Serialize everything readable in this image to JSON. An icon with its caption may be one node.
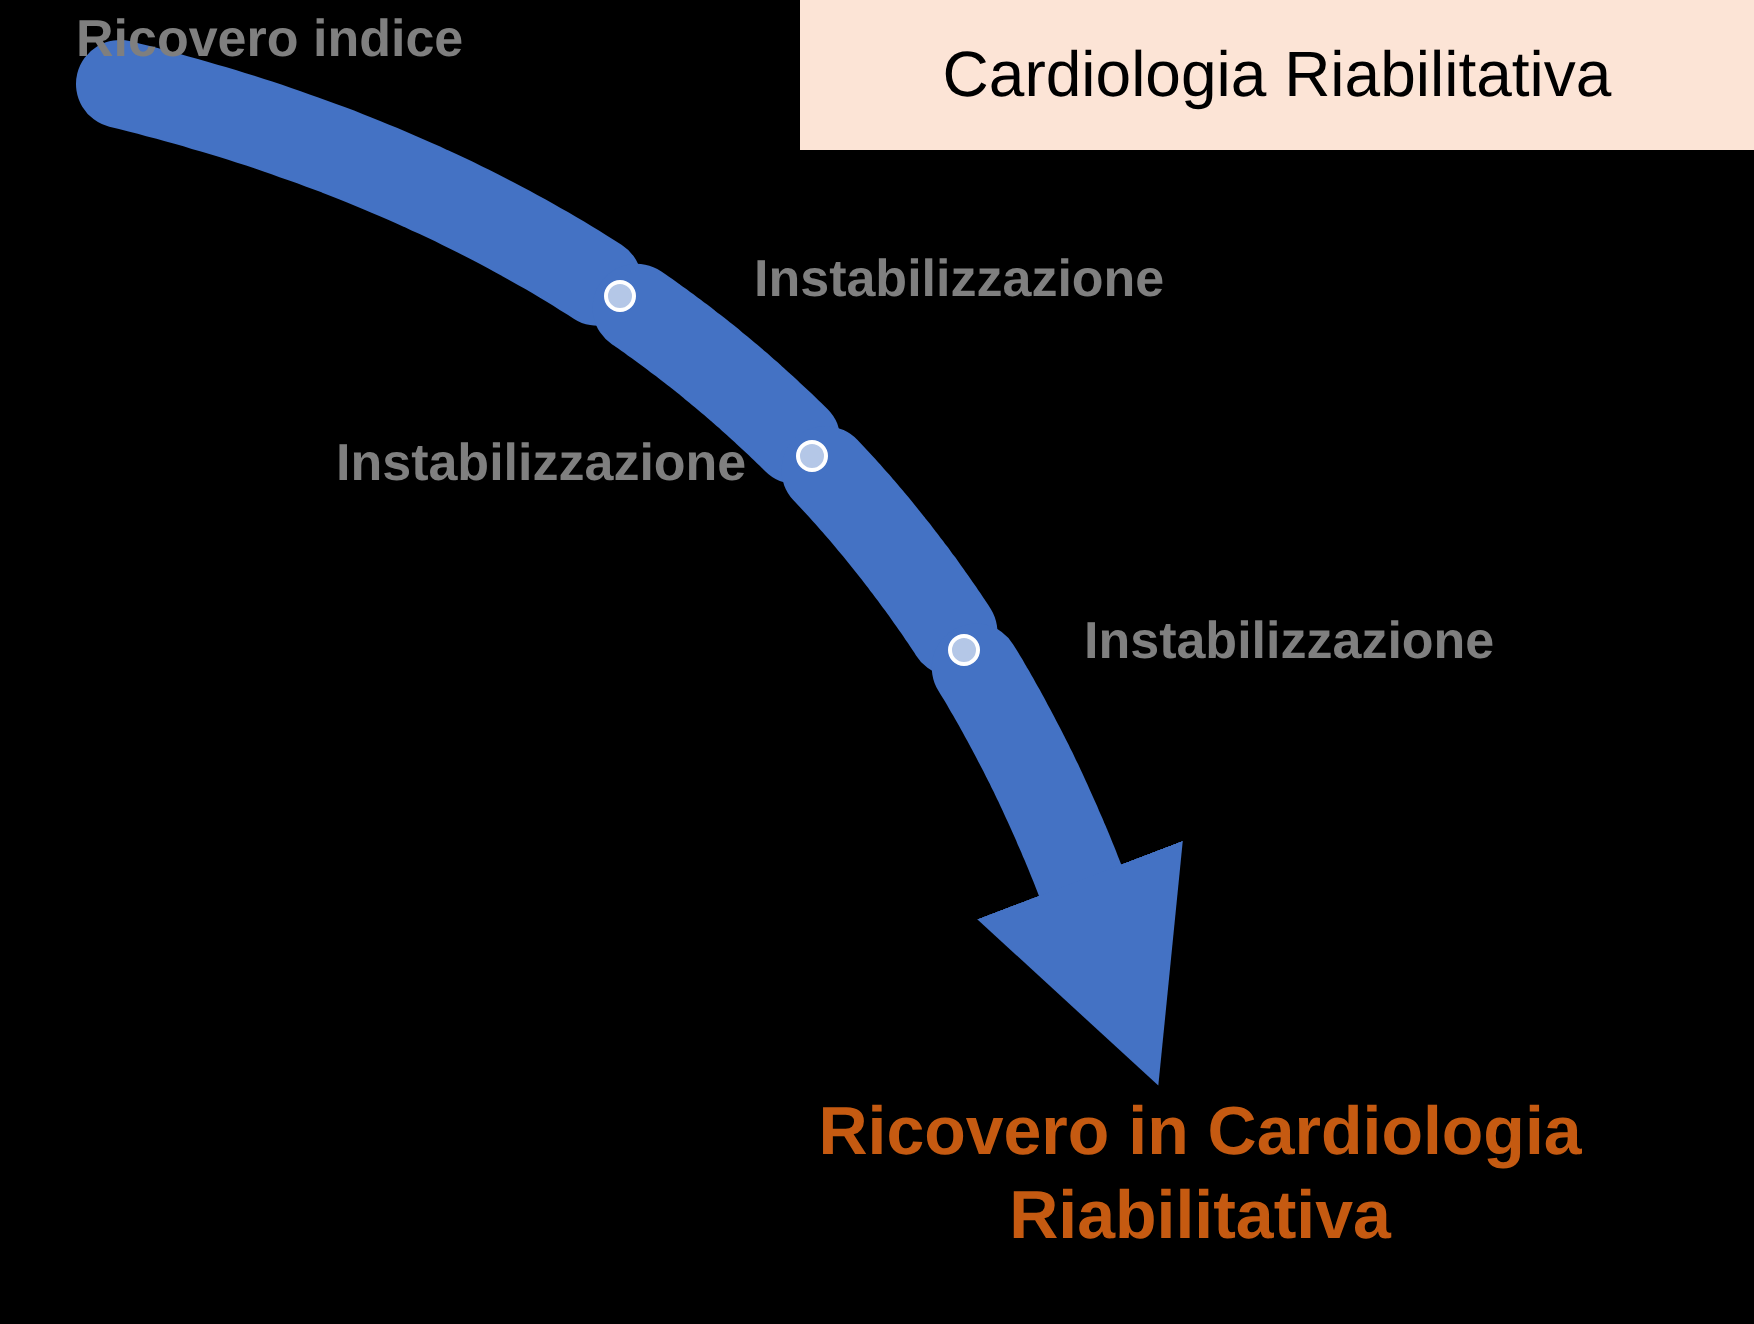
{
  "diagram": {
    "title": "Cardiologia Riabilitativa",
    "nodes": [
      {
        "text": [
          "Ricovero indice"
        ]
      },
      {
        "text": [],
        "shape": "circle",
        "beside": [
          "Instabilizzazione"
        ]
      },
      {
        "text": [],
        "shape": "circle",
        "beside": [
          "Instabilizzazione"
        ]
      },
      {
        "text": [],
        "shape": "circle",
        "beside": [
          "Instabilizzazione"
        ]
      },
      {
        "text": [
          "Ricovero in Cardiologia Riabilitativa"
        ]
      }
    ],
    "edges": [
      {
        "from": 0,
        "to": 1,
        "arrow": "none"
      },
      {
        "from": 1,
        "to": 2,
        "arrow": "none"
      },
      {
        "from": 2,
        "to": 3,
        "arrow": "none"
      },
      {
        "from": 3,
        "to": 4,
        "arrow": "to"
      }
    ]
  }
}
